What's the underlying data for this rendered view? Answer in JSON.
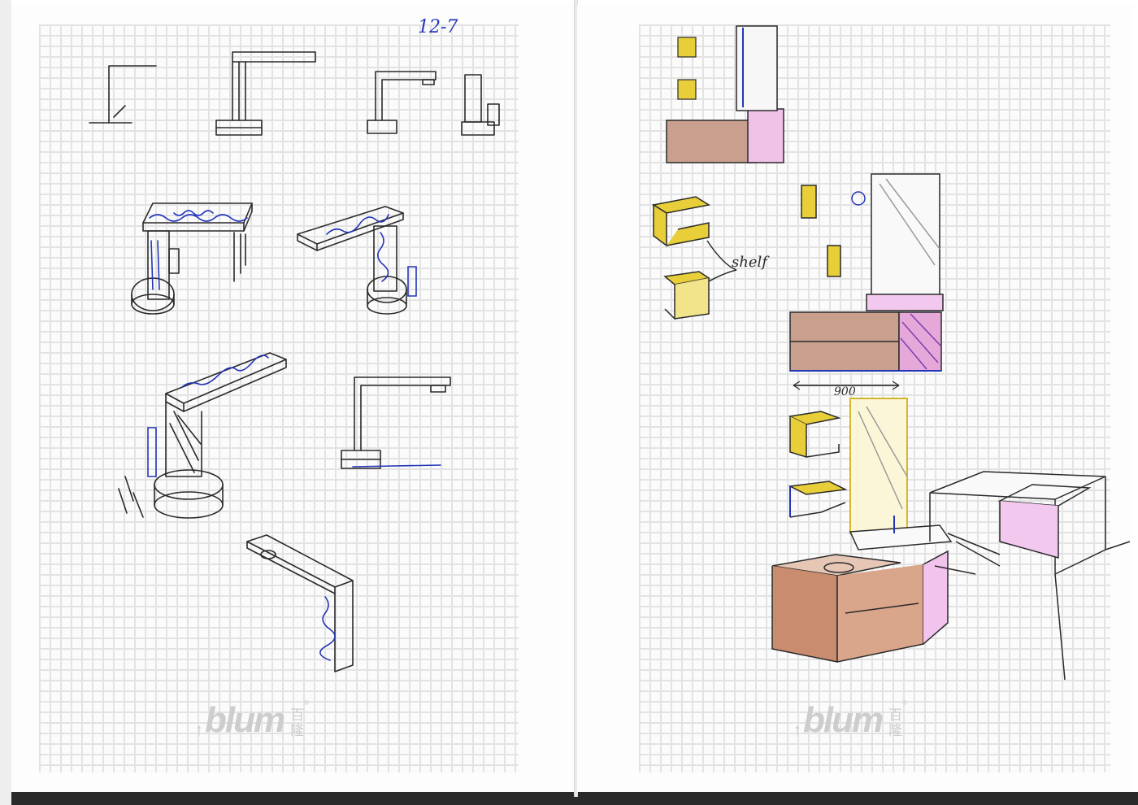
{
  "notebook": {
    "left_page": {
      "date_note": "12-7",
      "brand": {
        "latin": "blum",
        "chinese_1": "百",
        "chinese_2": "隆",
        "mark": "®"
      }
    },
    "right_page": {
      "shelf_note": "shelf",
      "dimension_note": "900",
      "brand": {
        "latin": "blum",
        "chinese_1": "百",
        "chinese_2": "隆",
        "mark": "®"
      }
    }
  },
  "colors": {
    "pencil": "#2a2a2a",
    "blue_pen": "#2436b8",
    "yellow": "#e8cf3a",
    "brown": "#b7836a",
    "pink": "#e6a8d8",
    "purple": "#7a3fb0",
    "grid": "#e3e3e3",
    "logo_gray": "#cdcdcd"
  }
}
